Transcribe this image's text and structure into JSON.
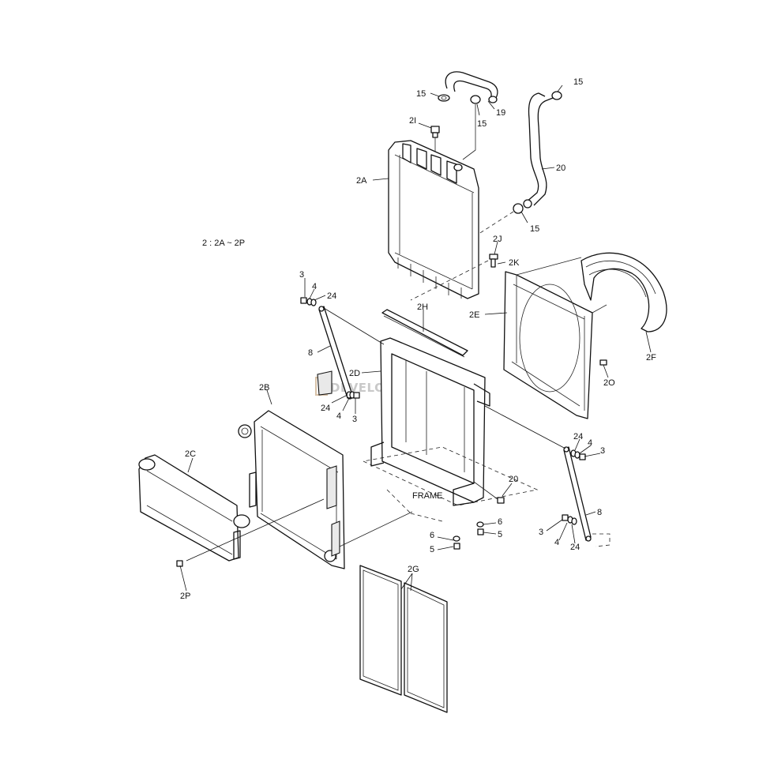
{
  "title_note": "2 : 2A ~ 2P",
  "watermark": "DEVELON DOOSAN",
  "frame_label": "FRAME",
  "callouts": {
    "c15a": "15",
    "c19": "19",
    "c15b": "15",
    "c15c": "15",
    "c20top": "20",
    "c15d": "15",
    "c2I": "2I",
    "c2A": "2A",
    "c2J": "2J",
    "c2K": "2K",
    "c3a": "3",
    "c4a": "4",
    "c24a": "24",
    "c8a": "8",
    "c2H": "2H",
    "c2E": "2E",
    "c2F": "2F",
    "c2O": "2O",
    "c2D": "2D",
    "c24b": "24",
    "c4b": "4",
    "c3b": "3",
    "c2B": "2B",
    "c2C": "2C",
    "c24c": "24",
    "c4c": "4",
    "c3c": "3",
    "c20mid": "20",
    "c6a": "6",
    "c5a": "5",
    "c6b": "6",
    "c5b": "5",
    "c8b": "8",
    "c3d": "3",
    "c4d": "4",
    "c24d": "24",
    "c2G": "2G",
    "c2P": "2P"
  }
}
